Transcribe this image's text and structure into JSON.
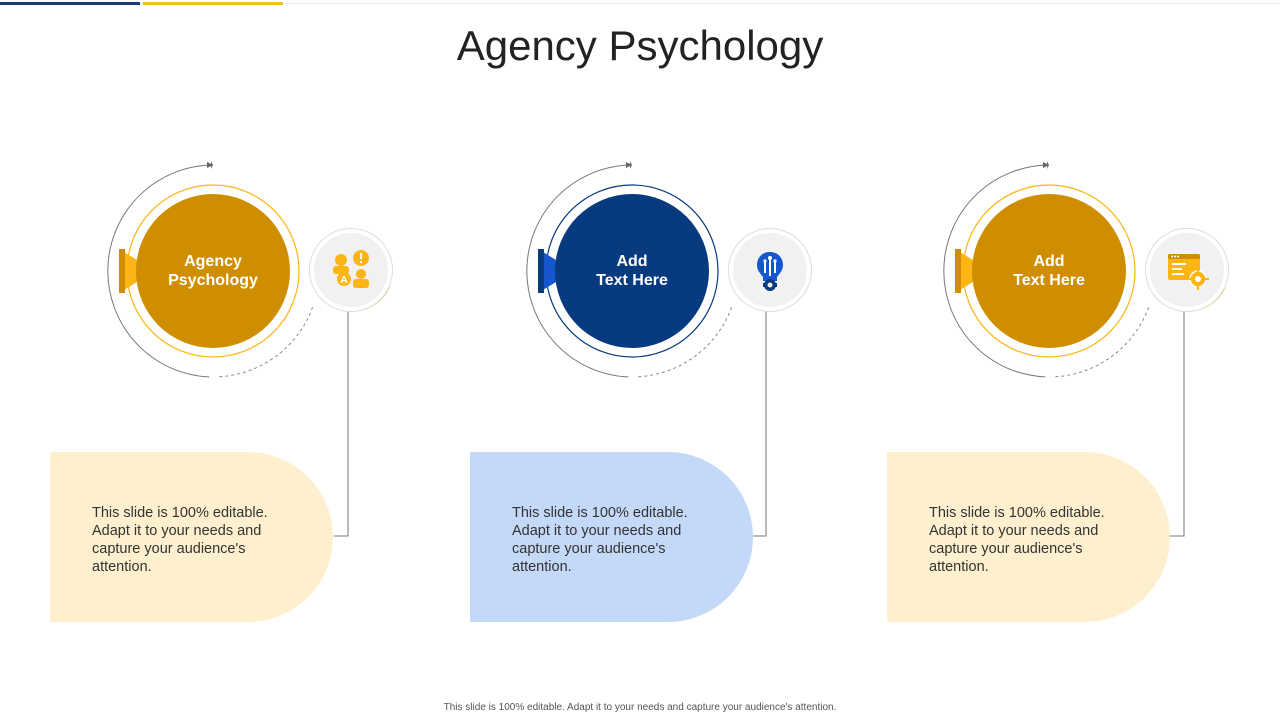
{
  "slide": {
    "title": "Agency Psychology",
    "footer": "This slide is 100% editable. Adapt it to your needs and capture your audience's attention."
  },
  "colors": {
    "gold": "#CF8E00",
    "gold_light": "#FDB515",
    "navy": "#083A80",
    "blue": "#1657D0",
    "cream": "#FEF0CE",
    "light_blue": "#C4D8F8",
    "accent_blue": "#1F3B73",
    "accent_yellow": "#F3C31D"
  },
  "steps": [
    {
      "label": "Agency\nPsychology",
      "description": "This slide is 100% editable. Adapt it to your needs and capture your audience's attention.",
      "theme": "gold",
      "icon": "people-discussion-icon"
    },
    {
      "label": "Add\nText Here",
      "description": "This slide is 100% editable. Adapt it to your needs and capture your audience's attention.",
      "theme": "navy",
      "icon": "lightbulb-gear-icon"
    },
    {
      "label": "Add\nText Here",
      "description": "This slide is 100% editable. Adapt it to your needs and capture your audience's attention.",
      "theme": "gold",
      "icon": "browser-gear-icon"
    }
  ]
}
